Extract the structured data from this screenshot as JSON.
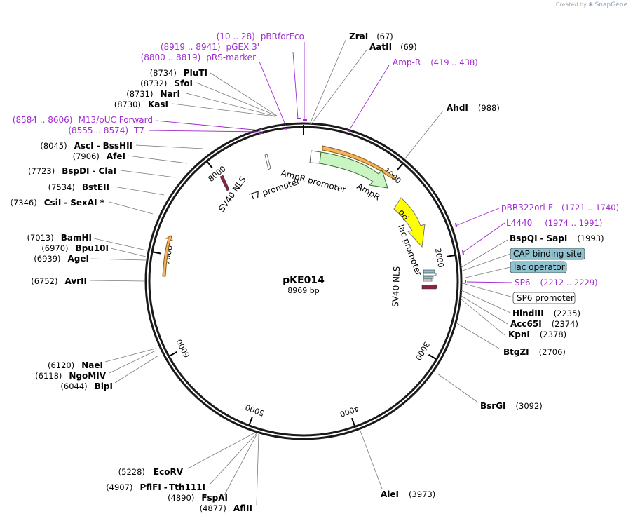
{
  "credit": {
    "prefix": "Created by",
    "brand": "SnapGene"
  },
  "plasmid": {
    "name": "pKE014",
    "length_label": "8969 bp",
    "length_bp": 8969
  },
  "ticks": [
    1000,
    2000,
    3000,
    4000,
    5000,
    6000,
    7000,
    8000
  ],
  "ticks_text": [
    "1000",
    "2000",
    "3000",
    "4000",
    "5000",
    "6000",
    "7000",
    "8000"
  ],
  "sites": [
    {
      "name": "ZraI",
      "pos": "(67)"
    },
    {
      "name": "AatII",
      "pos": "(69)"
    },
    {
      "name": "AhdI",
      "pos": "(988)"
    },
    {
      "name": "BspQI",
      "name2": "SapI",
      "pos": "(1993)"
    },
    {
      "name": "HindIII",
      "pos": "(2235)"
    },
    {
      "name": "Acc65I",
      "pos": "(2374)"
    },
    {
      "name": "KpnI",
      "pos": "(2378)"
    },
    {
      "name": "BtgZI",
      "pos": "(2706)"
    },
    {
      "name": "BsrGI",
      "pos": "(3092)"
    },
    {
      "name": "AleI",
      "pos": "(3973)"
    },
    {
      "name": "EcoRV",
      "pos": "(5228)"
    },
    {
      "name": "PflFI",
      "name2": "Tth111I",
      "pos": "(4907)"
    },
    {
      "name": "FspAI",
      "pos": "(4890)"
    },
    {
      "name": "AflII",
      "pos": "(4877)"
    },
    {
      "name": "NaeI",
      "pos": "(6120)"
    },
    {
      "name": "NgoMIV",
      "pos": "(6118)"
    },
    {
      "name": "BlpI",
      "pos": "(6044)"
    },
    {
      "name": "AvrII",
      "pos": "(6752)"
    },
    {
      "name": "BamHI",
      "pos": "(7013)"
    },
    {
      "name": "Bpu10I",
      "pos": "(6970)"
    },
    {
      "name": "AgeI",
      "pos": "(6939)"
    },
    {
      "name": "CsiI",
      "name2": "SexAI *",
      "pos": "(7346)"
    },
    {
      "name": "BstEII",
      "pos": "(7534)"
    },
    {
      "name": "BspDI",
      "name2": "ClaI",
      "pos": "(7723)"
    },
    {
      "name": "AfeI",
      "pos": "(7906)"
    },
    {
      "name": "AscI",
      "name2": "BssHII",
      "pos": "(8045)"
    },
    {
      "name": "KasI",
      "pos": "(8730)"
    },
    {
      "name": "NarI",
      "pos": "(8731)"
    },
    {
      "name": "SfoI",
      "pos": "(8732)"
    },
    {
      "name": "PluTI",
      "pos": "(8734)"
    }
  ],
  "primers": [
    {
      "name": "pBRforEco",
      "range": "(10 .. 28)"
    },
    {
      "name": "pGEX 3'",
      "range": "(8919 .. 8941)"
    },
    {
      "name": "pRS-marker",
      "range": "(8800 .. 8819)"
    },
    {
      "name": "Amp-R",
      "range": "(419 .. 438)"
    },
    {
      "name": "M13/pUC Forward",
      "range": "(8584 .. 8606)"
    },
    {
      "name": "T7",
      "range": "(8555 .. 8574)"
    },
    {
      "name": "pBR322ori-F",
      "range": "(1721 .. 1740)"
    },
    {
      "name": "L4440",
      "range": "(1974 .. 1991)"
    },
    {
      "name": "SP6",
      "range": "(2212 .. 2229)"
    }
  ],
  "boxes": [
    {
      "label": "CAP binding site",
      "fill": "#8fc1cf"
    },
    {
      "label": "lac operator",
      "fill": "#8fc1cf"
    },
    {
      "label": "SP6 promoter",
      "fill": "#ffffff"
    }
  ],
  "features": {
    "ampr_promoter": "AmpR promoter",
    "ampr": "AmpR",
    "ori": "ori",
    "lac_promoter": "lac promoter",
    "sv40_nls_right": "SV40 NLS",
    "sv40_nls_left": "SV40 NLS",
    "t7_promoter": "T7 promoter"
  },
  "colors": {
    "backbone": "#1a1a1a",
    "primer": "#a12bd1",
    "ampr": "#c9f5c3",
    "ori": "#ffff00",
    "orf": "#f3b25c",
    "sv40": "#8b2444",
    "line": "#7a7a7a"
  }
}
